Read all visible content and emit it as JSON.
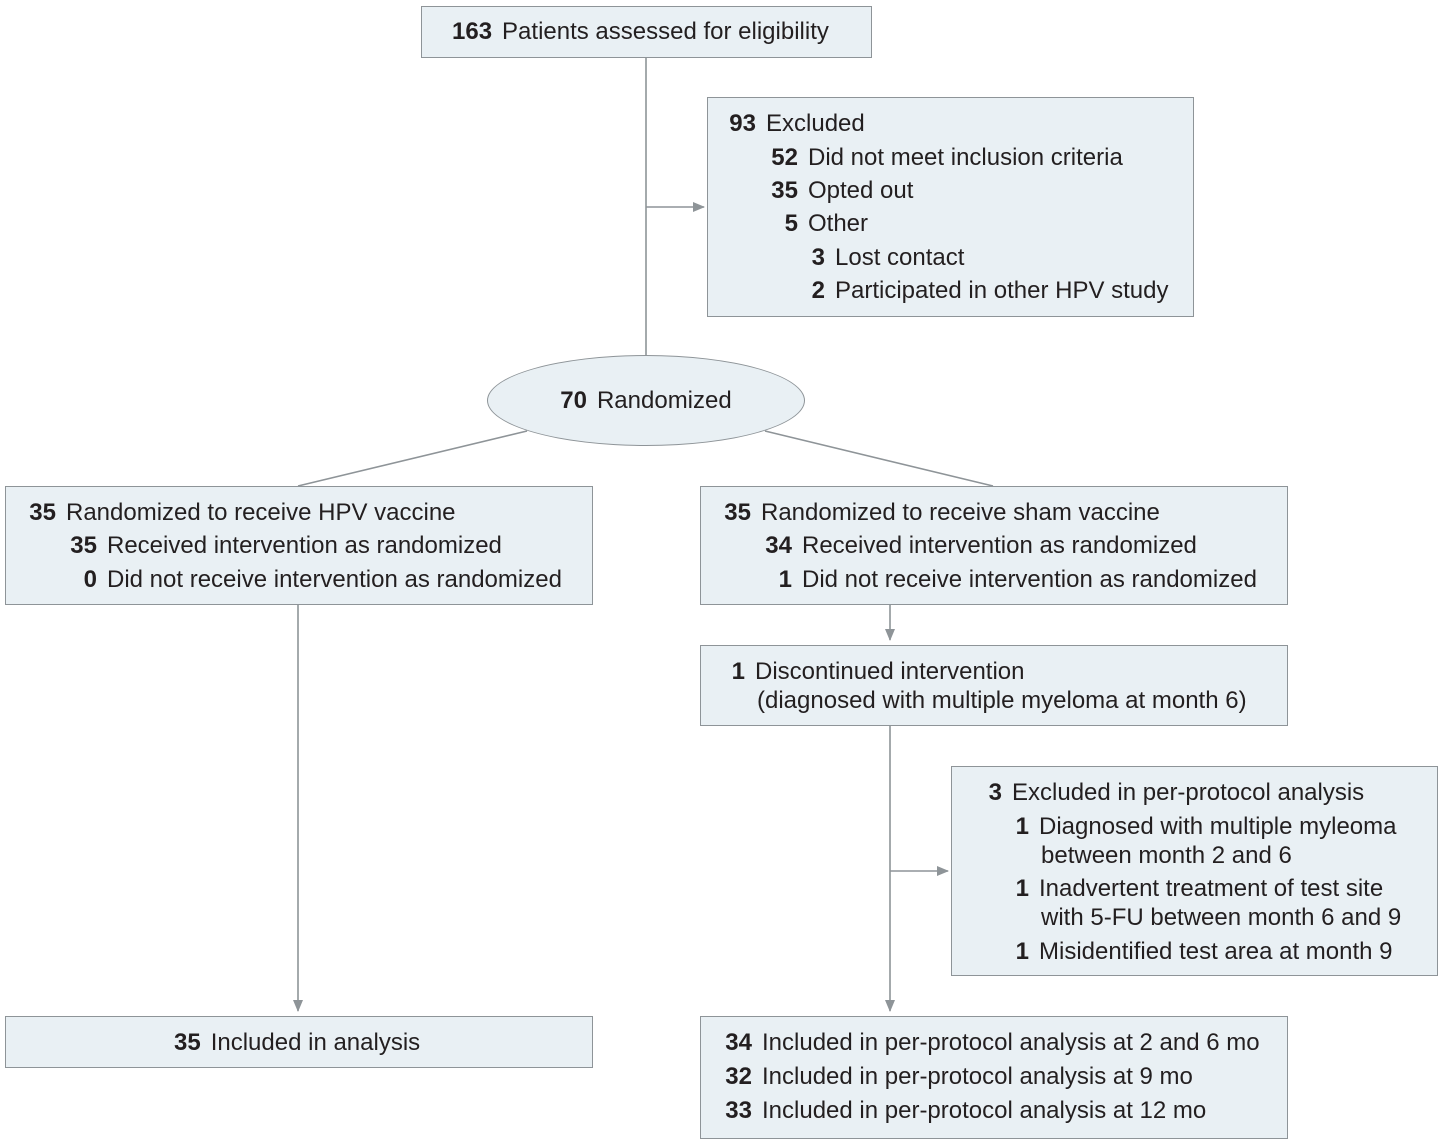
{
  "assessed": {
    "count": "163",
    "label": "Patients assessed for eligibility"
  },
  "excluded": {
    "count": "93",
    "label": "Excluded",
    "reasons": [
      {
        "count": "52",
        "label": "Did not meet inclusion criteria"
      },
      {
        "count": "35",
        "label": "Opted out"
      },
      {
        "count": "5",
        "label": "Other"
      }
    ],
    "other_reasons": [
      {
        "count": "3",
        "label": "Lost contact"
      },
      {
        "count": "2",
        "label": "Participated in other HPV study"
      }
    ]
  },
  "randomized": {
    "count": "70",
    "label": "Randomized"
  },
  "hpv_arm": {
    "allocation": {
      "count": "35",
      "label": "Randomized to receive HPV vaccine"
    },
    "received": {
      "count": "35",
      "label": "Received intervention as randomized"
    },
    "not_received": {
      "count": "0",
      "label": "Did not receive intervention as randomized"
    },
    "analysis": {
      "count": "35",
      "label": "Included in analysis"
    }
  },
  "sham_arm": {
    "allocation": {
      "count": "35",
      "label": "Randomized to receive sham vaccine"
    },
    "received": {
      "count": "34",
      "label": "Received intervention as randomized"
    },
    "not_received": {
      "count": "1",
      "label": "Did not receive intervention as randomized"
    },
    "discontinued": {
      "count": "1",
      "label": "Discontinued intervention",
      "detail": "(diagnosed with multiple myeloma at month 6)"
    },
    "per_protocol_excluded": {
      "count": "3",
      "label": "Excluded in per-protocol analysis",
      "reasons": [
        {
          "count": "1",
          "line1": "Diagnosed with multiple myleoma",
          "line2": "between month 2 and 6"
        },
        {
          "count": "1",
          "line1": "Inadvertent treatment of test site",
          "line2": "with 5-FU between month 6 and 9"
        },
        {
          "count": "1",
          "line1": "Misidentified test area at month 9"
        }
      ]
    },
    "analysis": [
      {
        "count": "34",
        "label": "Included in per-protocol analysis at 2 and 6 mo"
      },
      {
        "count": "32",
        "label": "Included in per-protocol analysis at 9 mo"
      },
      {
        "count": "33",
        "label": "Included in per-protocol analysis at 12 mo"
      }
    ]
  }
}
